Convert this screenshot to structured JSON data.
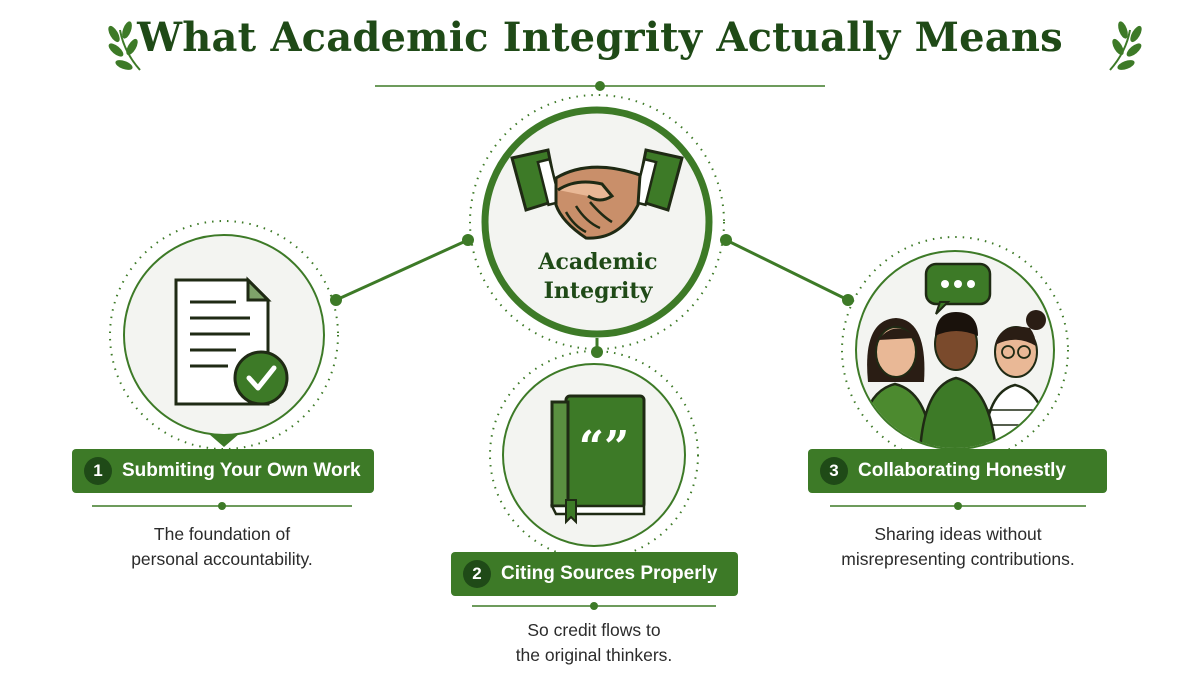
{
  "title": "What Academic Integrity Actually Means",
  "center": {
    "line1": "Academic",
    "line2": "Integrity",
    "icon": "handshake-icon"
  },
  "pillars": [
    {
      "number": "1",
      "label": "Submiting Your Own Work",
      "description_line1": "The foundation of",
      "description_line2": "personal accountability.",
      "icon": "document-check-icon"
    },
    {
      "number": "2",
      "label": "Citing Sources Properly",
      "description_line1": "So credit flows to",
      "description_line2": "the original thinkers.",
      "icon": "quote-book-icon"
    },
    {
      "number": "3",
      "label": "Collaborating Honestly",
      "description_line1": "Sharing ideas without",
      "description_line2": "misrepresenting contributions.",
      "icon": "group-chat-icon"
    }
  ],
  "colors": {
    "dark_green": "#1f4a17",
    "green": "#3d7a27",
    "skin_light": "#e9b896",
    "skin_dark": "#7a4a2c"
  }
}
